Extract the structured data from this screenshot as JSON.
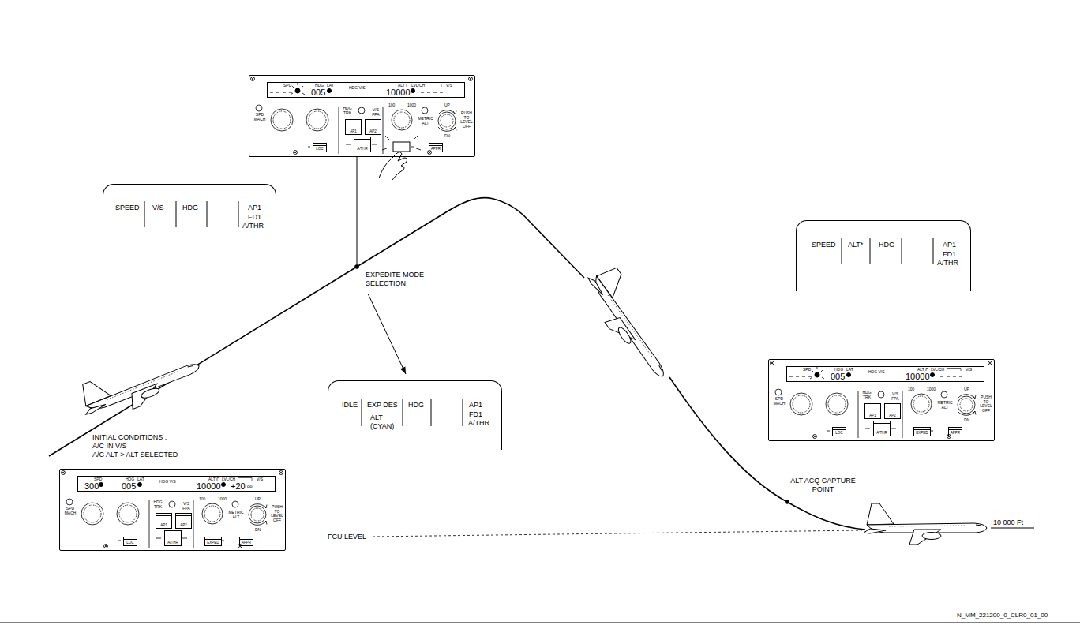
{
  "diagram": {
    "nodes": [
      {
        "text": [
          "SPD MACH",
          "HDG TRK",
          "V/S FPA",
          "100",
          "1000",
          "METRIC ALT",
          "UP",
          "DN",
          "PUSH TO LEVEL OFF"
        ]
      },
      {
        "text": [
          "SPD",
          "HDG",
          "LAT",
          "HDG V/S",
          "ALT",
          "LVL/CH",
          "V/S",
          "005",
          "10000"
        ],
        "in": 0
      },
      {
        "text": [
          "AP1"
        ],
        "in": 0
      },
      {
        "text": [
          "AP2"
        ],
        "in": 0
      },
      {
        "text": [
          "A/THR"
        ],
        "in": 0
      },
      {
        "text": [
          "LOC"
        ],
        "in": 0
      },
      {
        "text": [
          "APPR"
        ],
        "in": 0
      },
      {
        "text": [
          "SPEED",
          "V/S",
          "HDG",
          "AP1",
          "FD1",
          "A/THR"
        ]
      },
      {
        "text": [
          "SPEED",
          "ALT*",
          "HDG",
          "AP1",
          "FD1",
          "A/THR"
        ]
      },
      {
        "text": [
          "SPD MACH",
          "HDG TRK",
          "V/S FPA",
          "100",
          "1000",
          "METRIC ALT",
          "UP",
          "DN",
          "PUSH TO LEVEL OFF"
        ]
      },
      {
        "text": [
          "SPD",
          "HDG",
          "LAT",
          "HDG V/S",
          "ALT",
          "LVL/CH",
          "V/S",
          "005",
          "10000"
        ],
        "in": 9
      },
      {
        "text": [
          "AP1"
        ],
        "in": 9
      },
      {
        "text": [
          "AP2"
        ],
        "in": 9
      },
      {
        "text": [
          "A/THR"
        ],
        "in": 9
      },
      {
        "text": [
          "LOC"
        ],
        "in": 9
      },
      {
        "text": [
          "EXPED"
        ],
        "in": 9
      },
      {
        "text": [
          "APPR"
        ],
        "in": 9
      },
      {
        "text": [
          "IDLE",
          "EXP DES",
          "ALT",
          "(CYAN)",
          "HDG",
          "AP1",
          "FD1",
          "A/THR"
        ]
      },
      {
        "text": [
          "SPD MACH",
          "HDG TRK",
          "V/S FPA",
          "100",
          "1000",
          "METRIC ALT",
          "UP",
          "DN",
          "PUSH TO LEVEL OFF"
        ]
      },
      {
        "text": [
          "SPD",
          "HDG",
          "LAT",
          "HDG V/S",
          "ALT",
          "LVL/CH",
          "V/S",
          "300",
          "005",
          "10000",
          "+20",
          "oo"
        ],
        "in": 18
      },
      {
        "text": [
          "AP1"
        ],
        "in": 18
      },
      {
        "text": [
          "AP2"
        ],
        "in": 18
      },
      {
        "text": [
          "A/THR"
        ],
        "in": 18
      },
      {
        "text": [
          "LOC"
        ],
        "in": 18
      },
      {
        "text": [
          "EXPED"
        ],
        "in": 18
      },
      {
        "text": [
          "APPR"
        ],
        "in": 18
      }
    ],
    "labels": [
      "EXPEDITE MODE SELECTION",
      "INITIAL CONDITIONS :",
      "A/C IN V/S",
      "A/C ALT > ALT SELECTED",
      "ALT ACQ CAPTURE POINT",
      "FCU LEVEL",
      "10 000 Ft",
      "N_MM_221200_0_CLR0_01_00"
    ]
  }
}
